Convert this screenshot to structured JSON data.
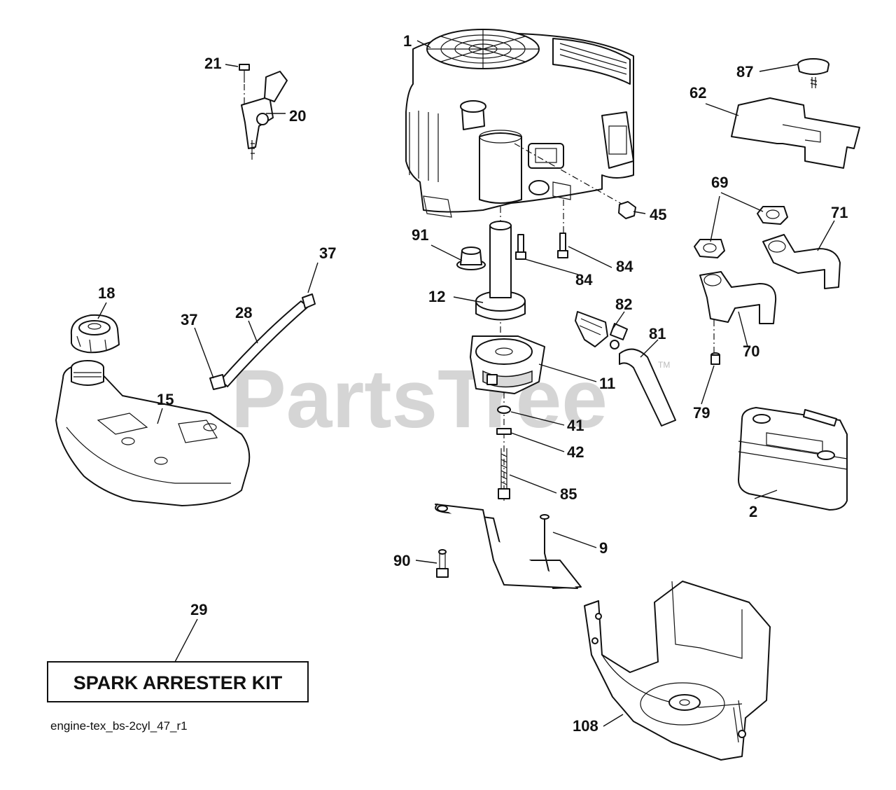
{
  "watermark": "PartsTree",
  "watermark_tm": "TM",
  "kit_box_label": "SPARK ARRESTER KIT",
  "file_name": "engine-tex_bs-2cyl_47_r1",
  "callouts": {
    "c1": "1",
    "c2": "2",
    "c9": "9",
    "c11": "11",
    "c12": "12",
    "c15": "15",
    "c18": "18",
    "c20": "20",
    "c21": "21",
    "c28": "28",
    "c29": "29",
    "c37a": "37",
    "c37b": "37",
    "c41": "41",
    "c42": "42",
    "c45": "45",
    "c62": "62",
    "c69": "69",
    "c70": "70",
    "c71": "71",
    "c79": "79",
    "c81": "81",
    "c82": "82",
    "c84a": "84",
    "c84b": "84",
    "c85": "85",
    "c87": "87",
    "c90": "90",
    "c91": "91",
    "c108": "108"
  }
}
